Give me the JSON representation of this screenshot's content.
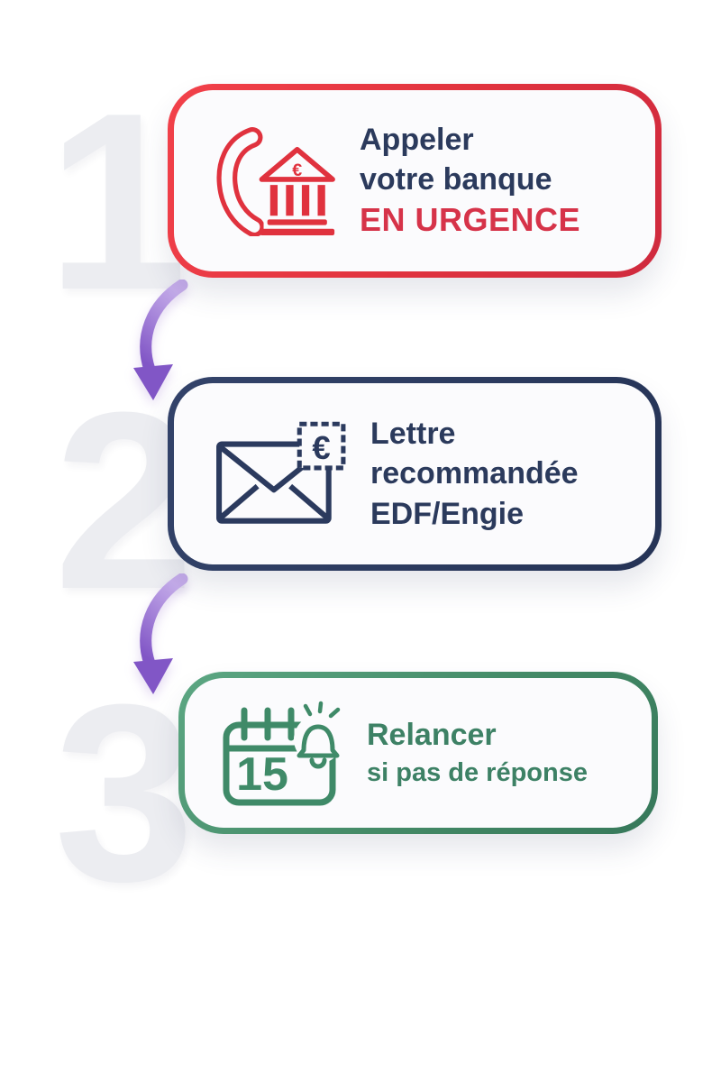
{
  "page": {
    "background_color": "#ffffff",
    "number_color": "#ecedf1",
    "arrow_gradient": [
      "#c4abe9",
      "#8156c6"
    ],
    "card_fill_color": "#fbfbfd"
  },
  "steps": [
    {
      "number": "1",
      "accent_color": "#e0323e",
      "border_gradient": [
        "#f2414a",
        "#cf2a3e"
      ],
      "icon": {
        "name": "phone-bank-icon",
        "currency": "€"
      },
      "lines": [
        {
          "text": "Appeler",
          "color": "#2b3a5c"
        },
        {
          "text": "votre banque",
          "color": "#2b3a5c"
        },
        {
          "text": "EN URGENCE",
          "color": "#d63349"
        }
      ]
    },
    {
      "number": "2",
      "accent_color": "#2b3a5e",
      "border_gradient": [
        "#33436a",
        "#253356"
      ],
      "icon": {
        "name": "registered-letter-stamp-icon",
        "currency": "€"
      },
      "lines": [
        {
          "text": "Lettre",
          "color": "#2b3a5c"
        },
        {
          "text": "recommandée",
          "color": "#2b3a5c"
        },
        {
          "text": "EDF/Engie",
          "color": "#2b3a5c"
        }
      ]
    },
    {
      "number": "3",
      "accent_color": "#3f8a68",
      "border_gradient": [
        "#5ca783",
        "#36785a"
      ],
      "icon": {
        "name": "calendar-reminder-bell-icon",
        "day": "15"
      },
      "lines": [
        {
          "text": "Relancer",
          "color": "#3d8165"
        },
        {
          "text": "si pas de réponse",
          "color": "#3d8165"
        }
      ]
    }
  ]
}
